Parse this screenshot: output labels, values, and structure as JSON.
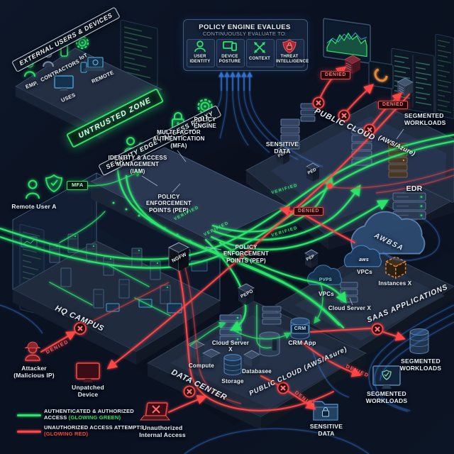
{
  "colors": {
    "green": "#2be36b",
    "red": "#ff4545",
    "blue": "#3f8cff",
    "background": "#0b1322"
  },
  "labels": {
    "denied": "DENIED",
    "verified": "VERIFIED"
  },
  "external": {
    "banner": "EXTERNAL USERS & DEVICES",
    "emp": "EMP.",
    "contractors": "CONTRACTORS",
    "iot": "IoT",
    "uses": "USES",
    "remote": "REMOTE"
  },
  "policy_panel": {
    "title": "POLICY ENGINE EVALUES",
    "subtitle": "CONTINUOUSLY EVALUATE TO:",
    "cards": [
      {
        "label": "USER\nIDENTITY"
      },
      {
        "label": "DEVICE\nPOSTURE"
      },
      {
        "label": "CONTEXT"
      },
      {
        "label": "THREAT\nINTELLIGENCE"
      }
    ]
  },
  "security_edge": {
    "untrusted": "UNTRUSTED ZONE",
    "banner": "SECURITY EDGE / ACCESS PROXY",
    "mfa": "MULTI-FACTOR\nAUTHENTICATION\n(MFA)",
    "policy_engine": "POLICY\nENGINE",
    "iam": "IDENTITY & ACCESS\nMANAGEMENT\n(IAM)",
    "pep1": "POLICY\nENFORCEMENT\nPOINTS (PEP)",
    "pep2": "POLICY\nENFORCEMENT\nPOINTS (PEP)",
    "ngfw": "NGFW",
    "pepo": "PEPO",
    "pep_sm": "PEP",
    "ped_sm": "PED",
    "pep_sm2": "PEP",
    "mfa_pill": "MFA"
  },
  "remote_user": {
    "label": "Remote User A"
  },
  "public_cloud_top": {
    "title": "PUBLIC CLOUD",
    "subtitle": "(AWS/Azure)",
    "sensitive": "SENSITIVE\nDATA",
    "segmented": "SEGMENTED\nWORKLOADS"
  },
  "edr": {
    "label": "EDR"
  },
  "saas": {
    "title": "SAAS APPLICATIONS",
    "big_cloud": "AWBSA",
    "aws_cloud": "aws",
    "vpcs1": "VPCs",
    "pvps_cloud": "PVPS",
    "vpcs2": "VPCs",
    "instances": "Instances X",
    "cloud_server": "Cloud Server X"
  },
  "hq": {
    "title": "HQ CAMPUS",
    "attacker": "Attacker\n(Malicious IP)",
    "unpatched": "Unpatched\nDevice"
  },
  "dc": {
    "title": "DATA CENTER",
    "cloud_server": "Cloud Server X",
    "compute": "Compute",
    "storage": "Storage",
    "database": "Databasee",
    "public_cloud": "PUBLIC CLOUD (AWS/Asure)",
    "crm": "CRM",
    "crm_app": "CRM App"
  },
  "bottom_right": {
    "segmented1": "SEGMENTED\nWORKLOADS",
    "segmented2": "SEGMENTED\nWORKLOADS",
    "sensitive": "SENSITIVE\nDATA"
  },
  "legend": {
    "auth_l1": "AUTHENTICATED & AUTHORIZED",
    "auth_l2": "ACCESS ",
    "auth_hl": "(GLOWING GREEN)",
    "unauth_l1": "UNAUTHORIZED ACCESS ATTEMPTS",
    "unauth_hl": "(GLOWING RED)",
    "internal": "Unauthorized\nInternal Access"
  }
}
